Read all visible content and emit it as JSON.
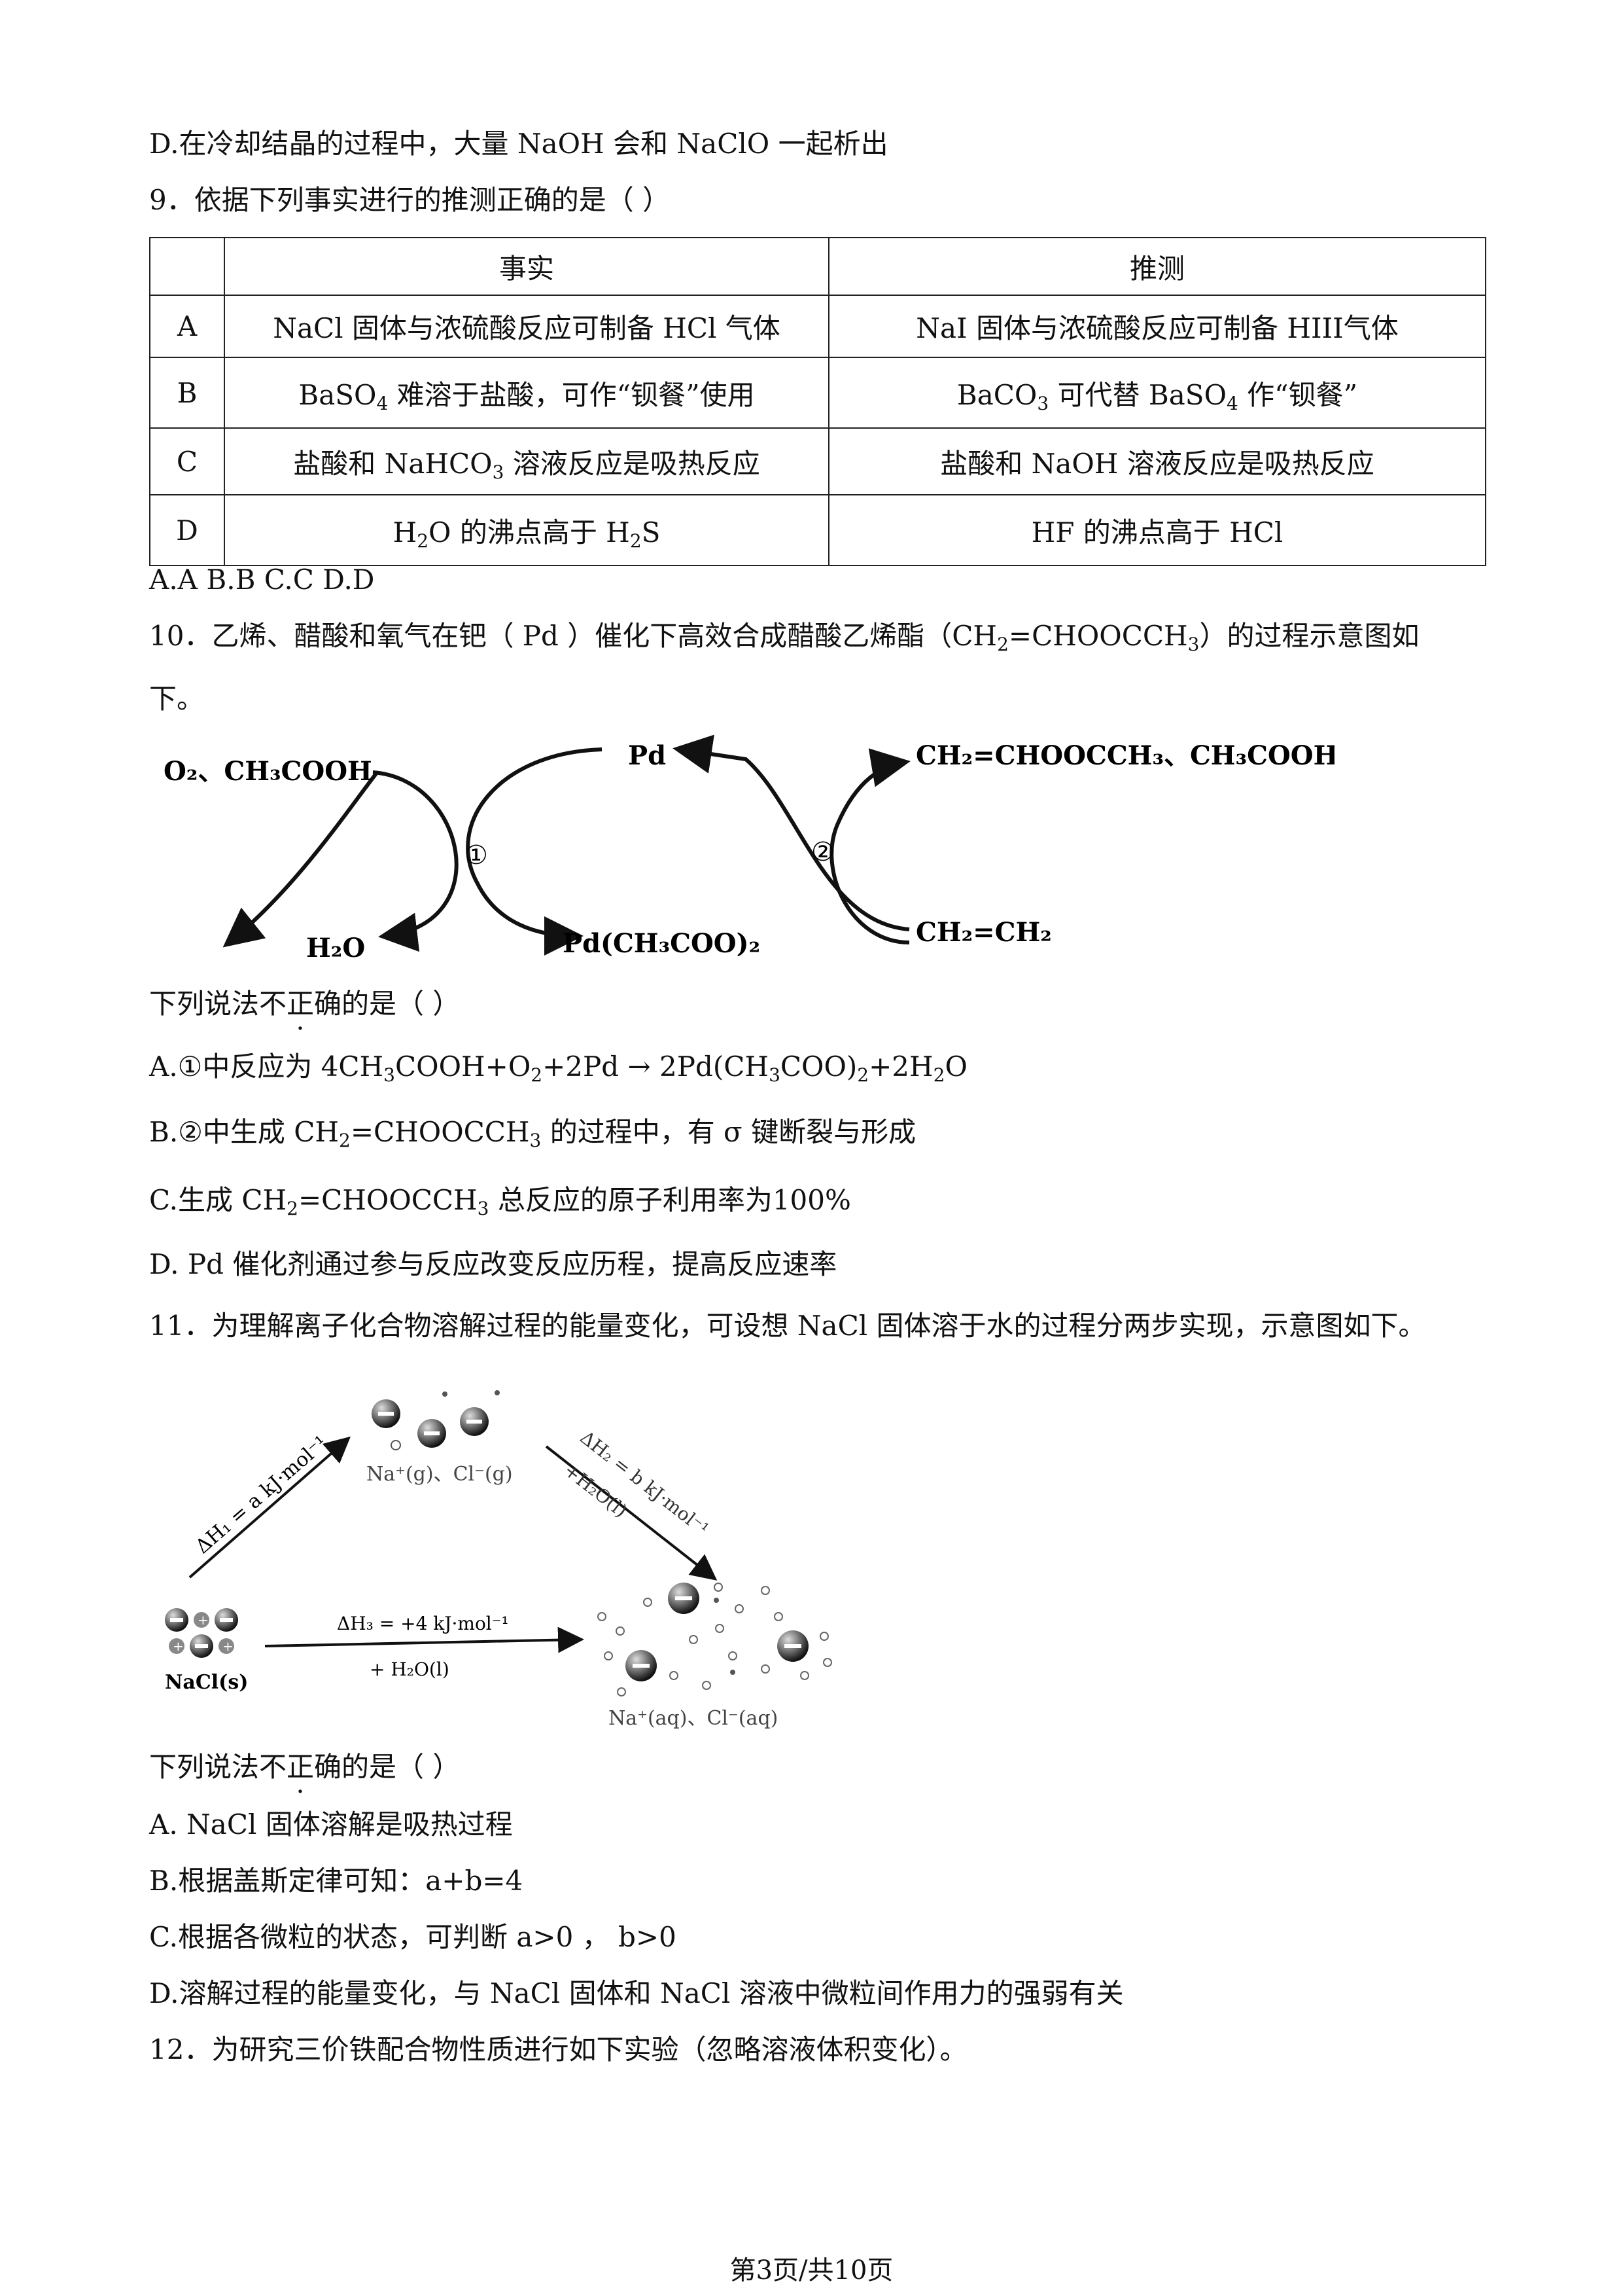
{
  "lines": {
    "q8d": "D.在冷却结晶的过程中，大量 NaOH 会和 NaClO 一起析出",
    "q9_stem": "9．依据下列事实进行的推测正确的是（   ）",
    "q9_options": "A.A      B.B      C.C      D.D",
    "q10_stem_a": "10．乙烯、醋酸和氧气在钯（ Pd ）催化下高效合成醋酸乙烯酯（",
    "q10_formula": "CH2=CHOOCCH3",
    "q10_stem_b": "）的过程示意图如",
    "q10_stem_c": "下。",
    "q10_ask_a": "下列说法",
    "q10_ask_dot": "不正确",
    "q10_ask_b": "的是（   ）",
    "q10_a": "A.①中反应为 4CH3COOH+O2+2Pd → 2Pd(CH3COO)2+2H2O",
    "q10_b": "B.②中生成 CH2=CHOOCCH3 的过程中，有 σ 键断裂与形成",
    "q10_c": "C.生成 CH2=CHOOCCH3 总反应的原子利用率为100%",
    "q10_d": "D. Pd 催化剂通过参与反应改变反应历程，提高反应速率",
    "q11_stem": "11．为理解离子化合物溶解过程的能量变化，可设想 NaCl 固体溶于水的过程分两步实现，示意图如下。",
    "q11_ask_a": "下列说法",
    "q11_ask_dot": "不正确",
    "q11_ask_b": "的是（   ）",
    "q11_a": "A. NaCl 固体溶解是吸热过程",
    "q11_b": "B.根据盖斯定律可知：a+b=4",
    "q11_c": "C.根据各微粒的状态，可判断 a>0 ， b>0",
    "q11_d": "D.溶解过程的能量变化，与 NaCl 固体和 NaCl 溶液中微粒间作用力的强弱有关",
    "q12_stem": "12．为研究三价铁配合物性质进行如下实验（忽略溶液体积变化）。"
  },
  "table": {
    "headers": [
      "",
      "事实",
      "推测"
    ],
    "rows": [
      {
        "label": "A",
        "fact": "NaCl 固体与浓硫酸反应可制备 HCl 气体",
        "guess": "NaI 固体与浓硫酸反应可制备 HIII气体"
      },
      {
        "label": "B",
        "fact": "BaSO4 难溶于盐酸，可作“钡餐”使用",
        "guess": "BaCO3 可代替 BaSO4 作“钡餐”"
      },
      {
        "label": "C",
        "fact": "盐酸和 NaHCO3 溶液反应是吸热反应",
        "guess": "盐酸和 NaOH 溶液反应是吸热反应"
      },
      {
        "label": "D",
        "fact": "H2O 的沸点高于 H2S",
        "guess": "HF 的沸点高于 HCl"
      }
    ]
  },
  "diagram10": {
    "reactants_left": "O₂、CH₃COOH",
    "pd": "Pd",
    "water": "H₂O",
    "pd_acetate": "Pd(CH₃COO)₂",
    "step1": "①",
    "step2": "②",
    "products_right": "CH₂=CHOOCCH₃、CH₃COOH",
    "ethylene": "CH₂=CH₂"
  },
  "diagram11": {
    "gas_label": "Na⁺(g)、Cl⁻(g)",
    "solid_label": "NaCl(s)",
    "aq_label": "Na⁺(aq)、Cl⁻(aq)",
    "dh1": "ΔH₁ = a kJ·mol⁻¹",
    "dh2": "ΔH₂ = b kJ·mol⁻¹",
    "dh2_cond": "+H₂O(l)",
    "dh3": "ΔH₃ = +4 kJ·mol⁻¹",
    "dh3_cond": "+ H₂O(l)"
  },
  "footer": "第3页/共10页"
}
